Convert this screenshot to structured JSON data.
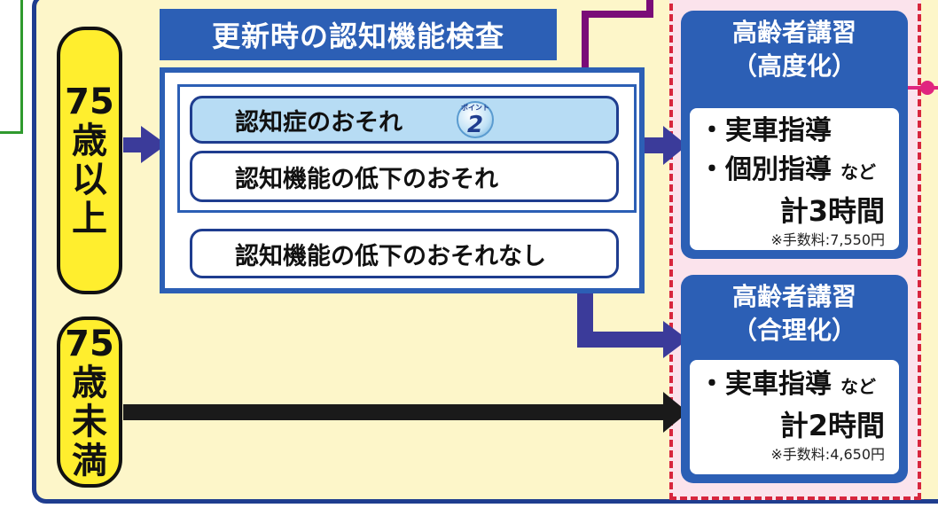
{
  "title": "更新時の認知機能検査",
  "ages": {
    "over75": [
      "75",
      "歳",
      "以",
      "上"
    ],
    "under75": [
      "75",
      "歳",
      "未",
      "満"
    ]
  },
  "results": {
    "dementia": "認知症のおそれ",
    "decline": "認知機能の低下のおそれ",
    "none": "認知機能の低下のおそれなし"
  },
  "point_badge": {
    "label": "ポイント",
    "number": "2"
  },
  "courses": {
    "advanced": {
      "title": "高齢者講習",
      "subtitle": "（高度化）",
      "items": [
        "・実車指導",
        "・個別指導"
      ],
      "items_suffix": "など",
      "total": "計3時間",
      "fee": "※手数料:7,550円"
    },
    "rational": {
      "title": "高齢者講習",
      "subtitle": "（合理化）",
      "items": [
        "・実車指導"
      ],
      "items_suffix": "など",
      "total": "計2時間",
      "fee": "※手数料:4,650円"
    }
  },
  "colors": {
    "navy": "#1f3d8f",
    "blue": "#2c5fb5",
    "yellow": "#ffee2e",
    "panel": "#fdf6c9",
    "purple": "#7a0c78",
    "arrow": "#3b3b9a",
    "red_dash": "#d7263d"
  }
}
